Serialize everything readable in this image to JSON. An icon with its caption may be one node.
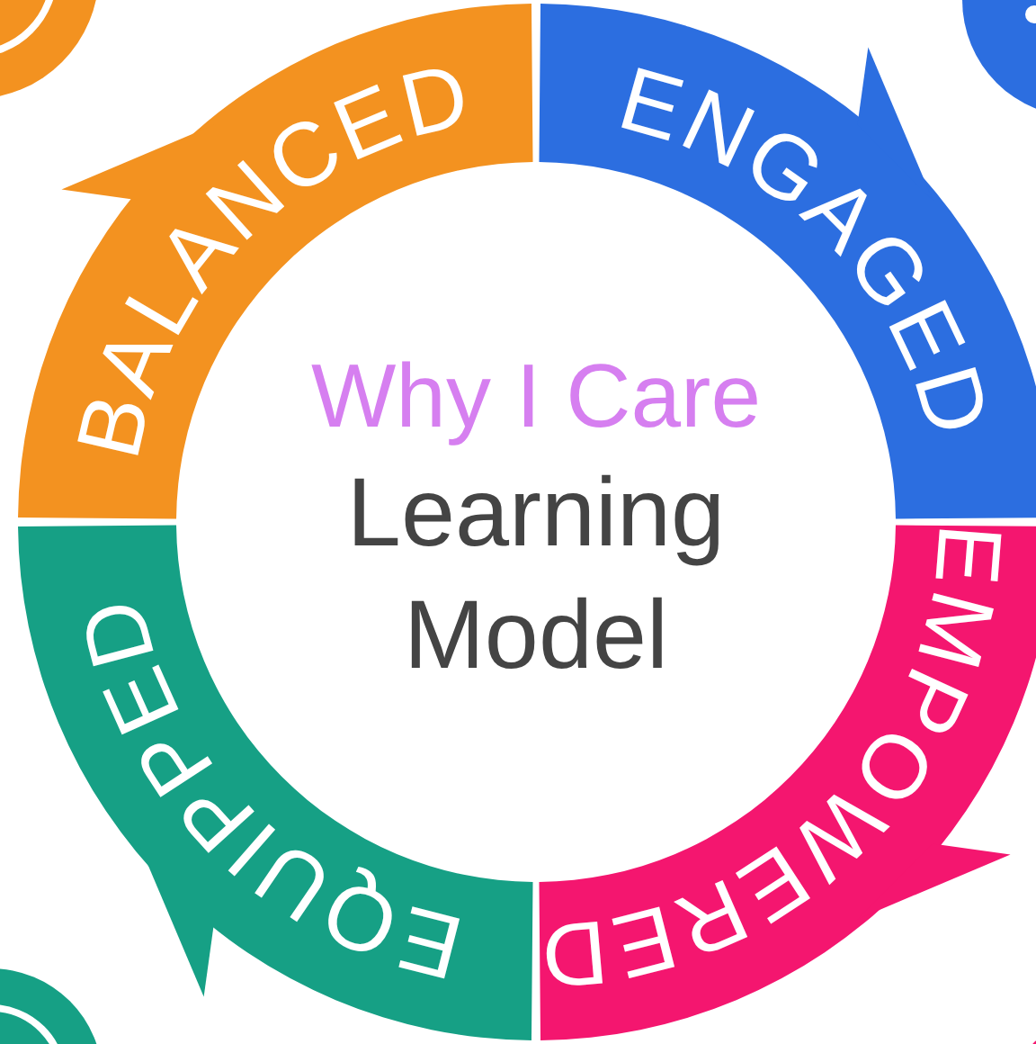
{
  "diagram": {
    "nodes": [
      {
        "text": [
          "BALANCED"
        ]
      },
      {
        "text": [
          "ENGAGED"
        ]
      },
      {
        "text": [
          "EMPOWERED"
        ]
      },
      {
        "text": [
          "EQUIPPED"
        ]
      },
      {
        "text": [
          "Why I Care",
          "Learning Model"
        ]
      }
    ]
  }
}
